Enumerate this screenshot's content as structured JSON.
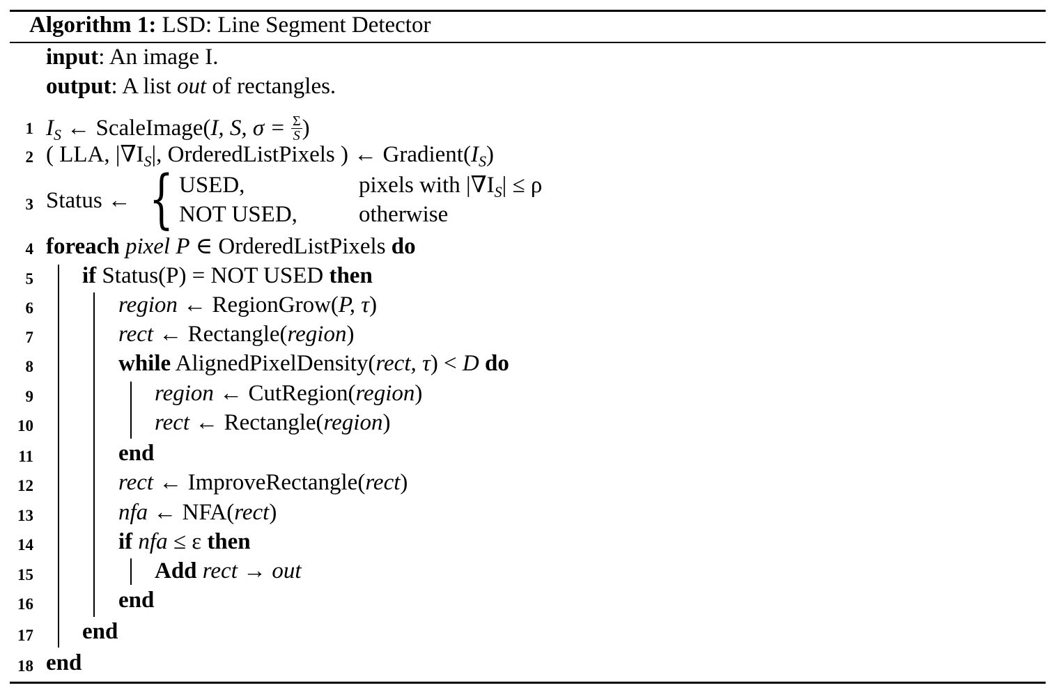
{
  "algorithm": {
    "label": "Algorithm 1:",
    "title": "LSD: Line Segment Detector"
  },
  "io": {
    "input_kw": "input",
    "input_text": ": An image I.",
    "output_kw": "output",
    "output_text_pre": ": A list ",
    "output_var": "out",
    "output_text_post": " of rectangles."
  },
  "line_numbers": [
    "1",
    "2",
    "3",
    "4",
    "5",
    "6",
    "7",
    "8",
    "9",
    "10",
    "11",
    "12",
    "13",
    "14",
    "15",
    "16",
    "17",
    "18"
  ],
  "lines": {
    "l1": {
      "lhs": "I",
      "lhs_sub": "S",
      "arrow": " ← ",
      "func": "ScaleImage(",
      "args": "I, S, σ = ",
      "frac_num": "Σ",
      "frac_den": "S",
      "close": ")"
    },
    "l2": {
      "text": "( LLA, |∇I",
      "sub": "S",
      "text2": "|, OrderedListPixels ) ← Gradient(",
      "arg": "I",
      "arg_sub": "S",
      "close": ")"
    },
    "l3": {
      "lhs": "Status ←",
      "case1_val": "USED,",
      "case1_cond_pre": "pixels with |∇I",
      "case1_cond_sub": "S",
      "case1_cond_post": "| ≤ ρ",
      "case2_val": "NOT USED,",
      "case2_cond": "otherwise"
    },
    "l4": {
      "kw1": "foreach",
      "var": " pixel P",
      "text": " ∈ OrderedListPixels ",
      "kw2": "do"
    },
    "l5": {
      "kw1": "if",
      "text": " Status(P) = NOT USED ",
      "kw2": "then"
    },
    "l6": {
      "var": "region",
      "text": " ← RegionGrow(",
      "args": "P, τ",
      "close": ")"
    },
    "l7": {
      "var": "rect",
      "text": " ← Rectangle(",
      "arg": "region",
      "close": ")"
    },
    "l8": {
      "kw1": "while",
      "text": " AlignedPixelDensity(",
      "args": "rect, τ",
      "text2": ") < ",
      "d": "D",
      "kw2": " do"
    },
    "l9": {
      "var": "region",
      "text": " ← CutRegion(",
      "arg": "region",
      "close": ")"
    },
    "l10": {
      "var": "rect",
      "text": " ← Rectangle(",
      "arg": "region",
      "close": ")"
    },
    "l11": {
      "kw": "end"
    },
    "l12": {
      "var": "rect",
      "text": " ← ImproveRectangle(",
      "arg": "rect",
      "close": ")"
    },
    "l13": {
      "var": "nfa",
      "text": " ← NFA(",
      "arg": "rect",
      "close": ")"
    },
    "l14": {
      "kw1": "if",
      "var": " nfa",
      "text": " ≤ ε ",
      "kw2": "then"
    },
    "l15": {
      "kw": "Add",
      "var": " rect",
      "arrow": " → ",
      "var2": "out"
    },
    "l16": {
      "kw": "end"
    },
    "l17": {
      "kw": "end"
    },
    "l18": {
      "kw": "end"
    }
  }
}
